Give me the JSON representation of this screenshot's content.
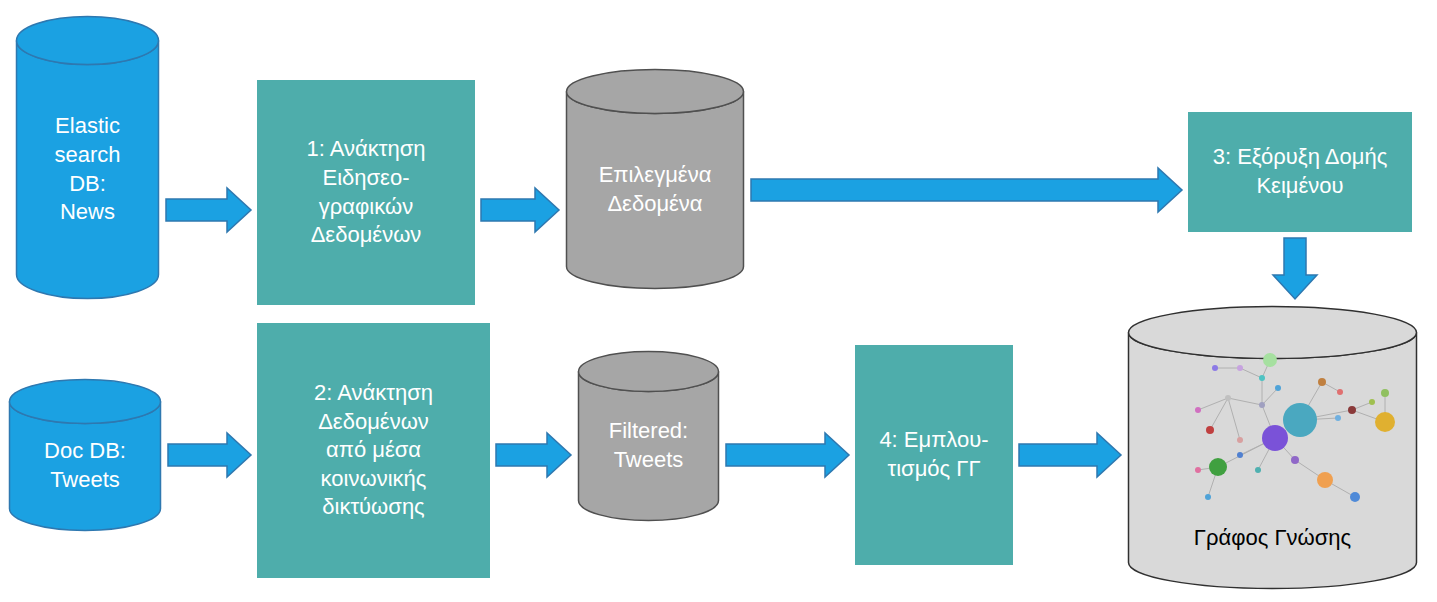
{
  "diagram": {
    "nodes": [
      {
        "text": [
          "Elastic search DB: News"
        ]
      },
      {
        "text": [
          "1: Ανάκτηση Ειδησεο- γραφικών Δεδομένων"
        ]
      },
      {
        "text": [
          "Επιλεγμένα Δεδομένα"
        ]
      },
      {
        "text": [
          "3: Εξόρυξη Δομής Κειμένου"
        ]
      },
      {
        "text": [
          "Doc DB: Tweets"
        ]
      },
      {
        "text": [
          "2: Ανάκτηση Δεδομένων από μέσα κοινωνικής δικτύωσης"
        ]
      },
      {
        "text": [
          "Filtered: Tweets"
        ]
      },
      {
        "text": [
          "4: Εμπλου- τισμός ΓΓ"
        ]
      },
      {
        "text": [
          "Γράφος Γνώσης"
        ]
      }
    ],
    "edges": [
      {
        "from": 0,
        "to": 1,
        "arrow": "to"
      },
      {
        "from": 1,
        "to": 2,
        "arrow": "to"
      },
      {
        "from": 2,
        "to": 3,
        "arrow": "to"
      },
      {
        "from": 3,
        "to": 8,
        "arrow": "to"
      },
      {
        "from": 4,
        "to": 5,
        "arrow": "to"
      },
      {
        "from": 5,
        "to": 6,
        "arrow": "to"
      },
      {
        "from": 6,
        "to": 7,
        "arrow": "to"
      },
      {
        "from": 7,
        "to": 8,
        "arrow": "to"
      }
    ]
  }
}
